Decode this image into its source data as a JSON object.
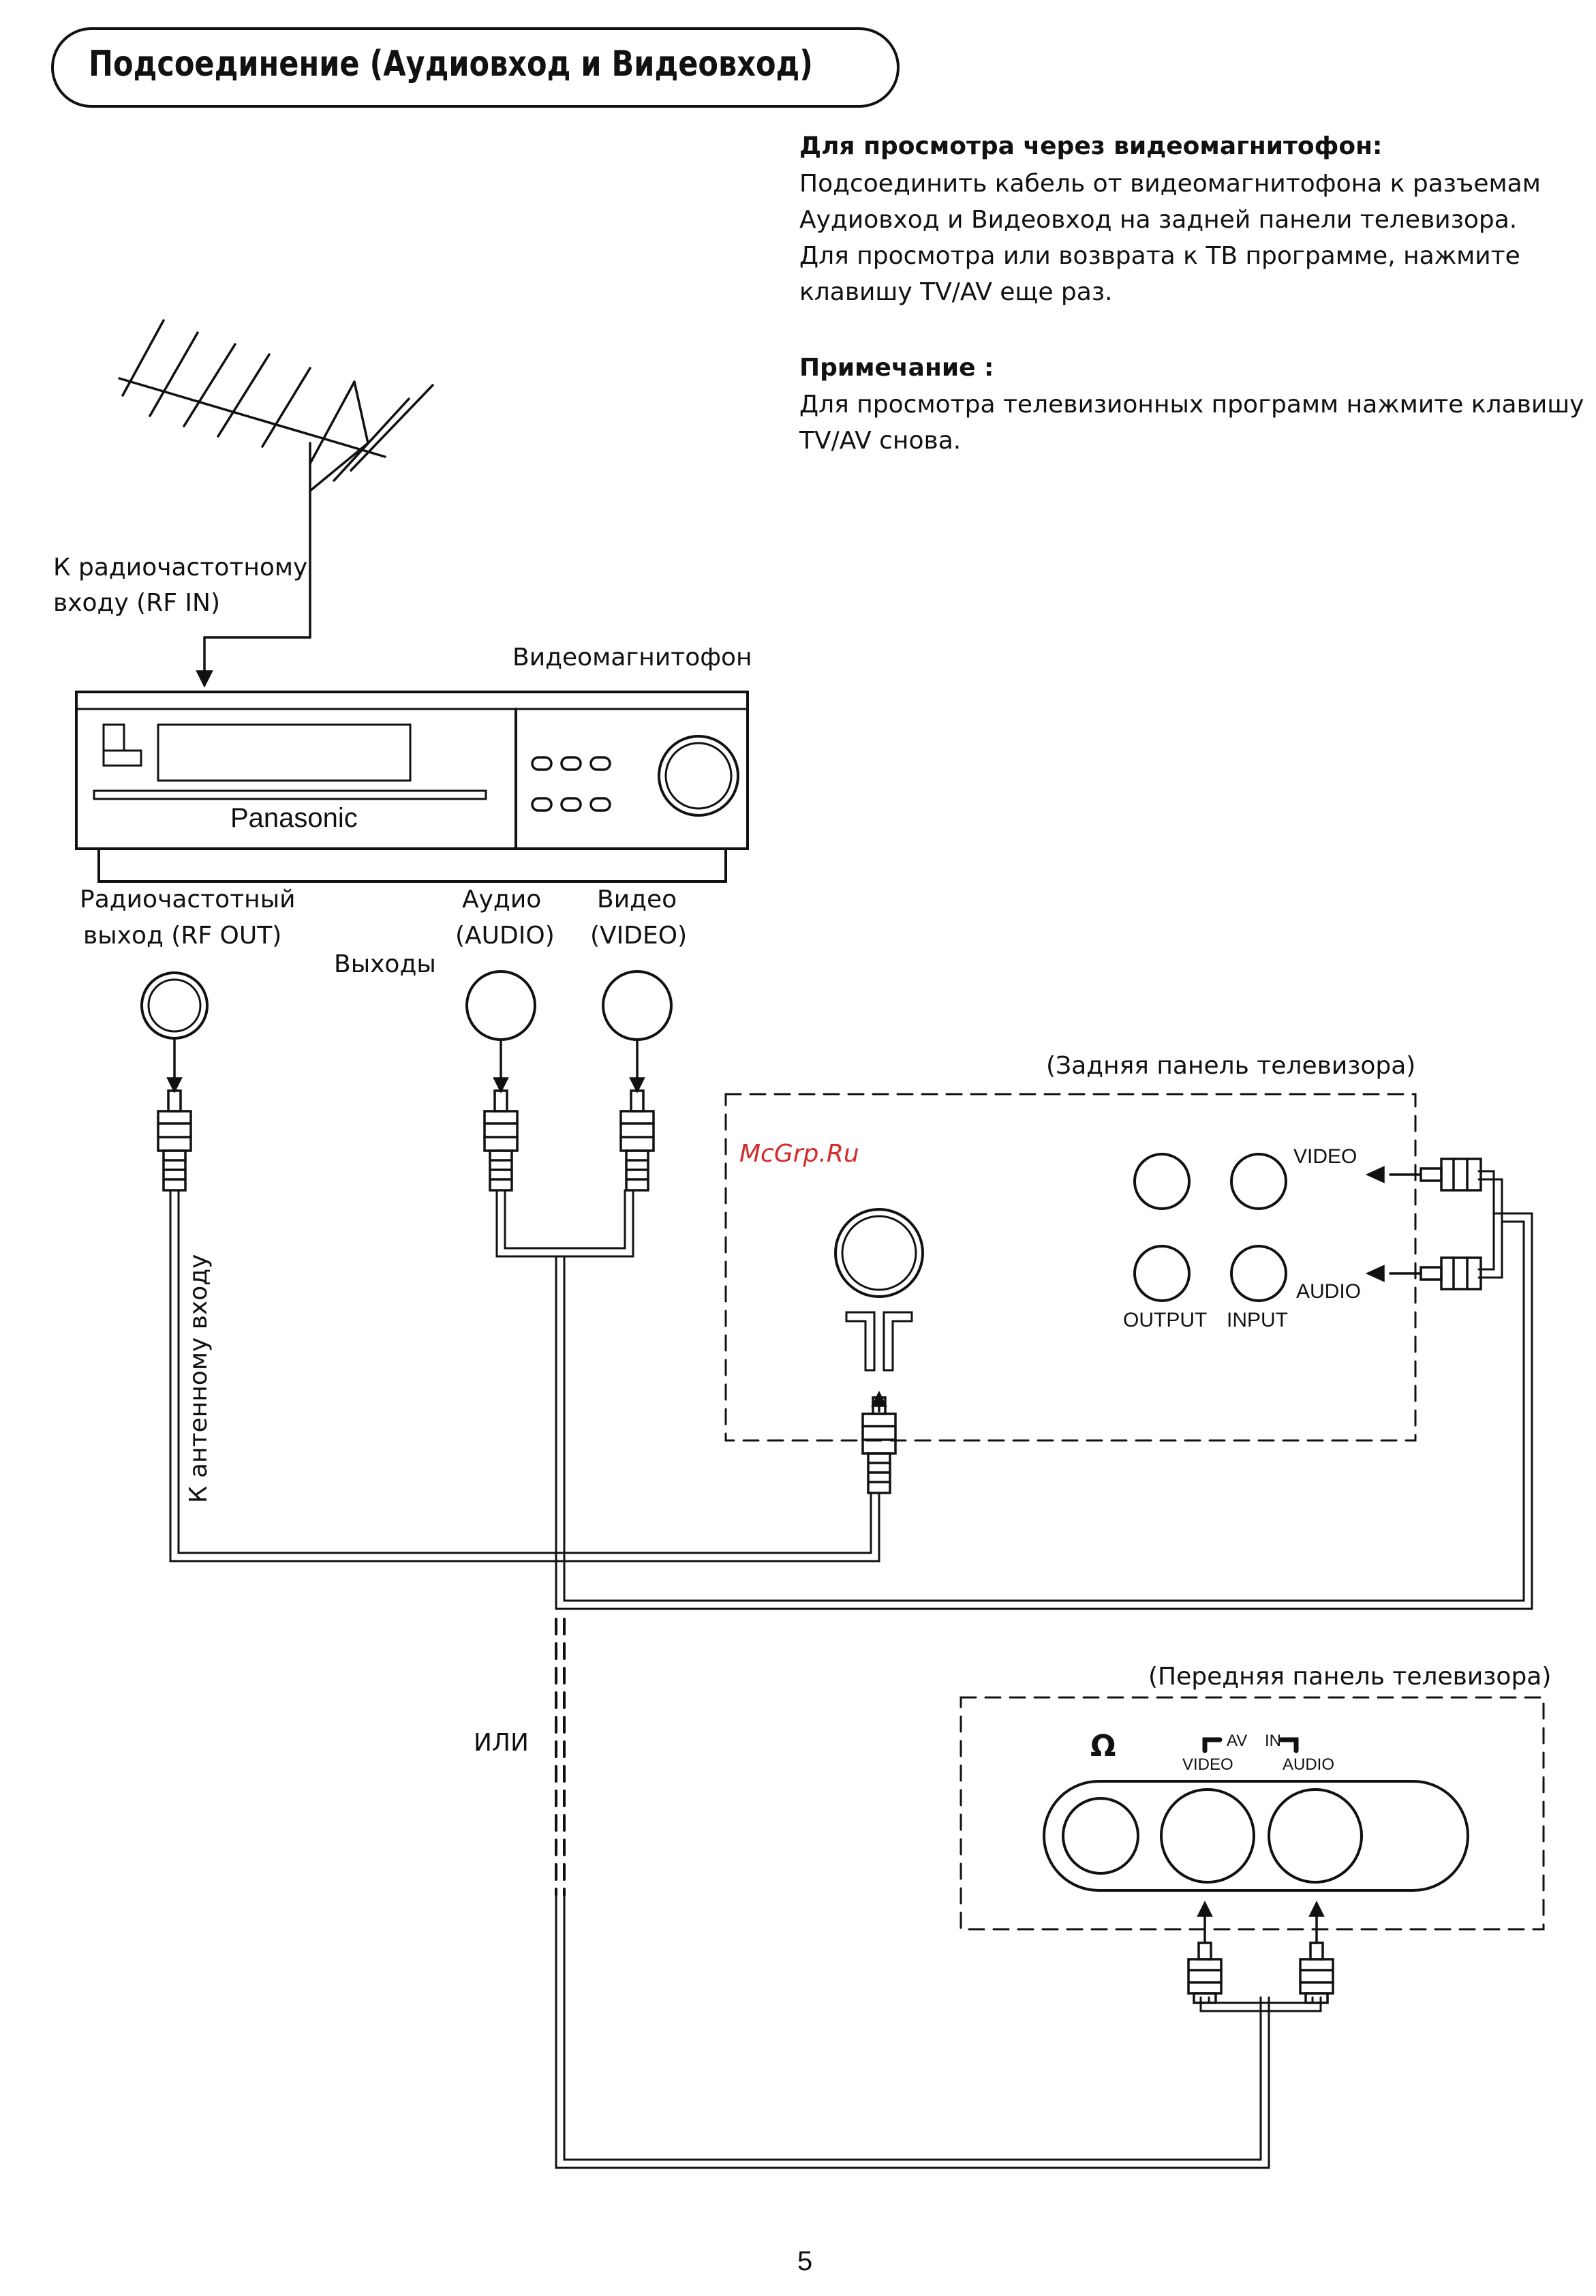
{
  "title": "Подсоединение (Аудиовход и Видеовход)",
  "vcr_viewing": {
    "heading": "Для просмотра через видеомагнитофон:",
    "lines": [
      "Подсоединить кабель от видеомагнитофона к разъемам",
      "Аудиовход и Видеовход на задней панели телевизора.",
      "Для просмотра или возврата к ТВ программе, нажмите",
      "клавишу TV/AV еще раз."
    ]
  },
  "note": {
    "heading": "Примечание :",
    "lines": [
      "Для просмотра телевизионных программ нажмите клавишу",
      "TV/AV снова."
    ]
  },
  "diagram": {
    "rf_in_label": [
      "К радиочастотному",
      "входу (RF IN)"
    ],
    "vcr_label": "Видеомагнитофон",
    "vcr_brand": "Panasonic",
    "rf_out_label": [
      "Радиочастотный",
      "выход (RF OUT)"
    ],
    "audio_label": [
      "Аудио",
      "(AUDIO)"
    ],
    "video_label": [
      "Видео",
      "(VIDEO)"
    ],
    "outputs_label": "Выходы",
    "rear_panel_label": "(Задняя панель телевизора)",
    "rear_video": "VIDEO",
    "rear_audio": "AUDIO",
    "rear_output": "OUTPUT",
    "rear_input": "INPUT",
    "antenna_cable_label": "К антенному входу",
    "or_label": "ИЛИ",
    "front_panel_label": "(Передняя панель телевизора)",
    "front_av": "AV",
    "front_in": "IN",
    "front_video": "VIDEO",
    "front_audio": "AUDIO",
    "headphone_glyph": "Ω"
  },
  "watermark": "McGrp.Ru",
  "page_number": "5"
}
